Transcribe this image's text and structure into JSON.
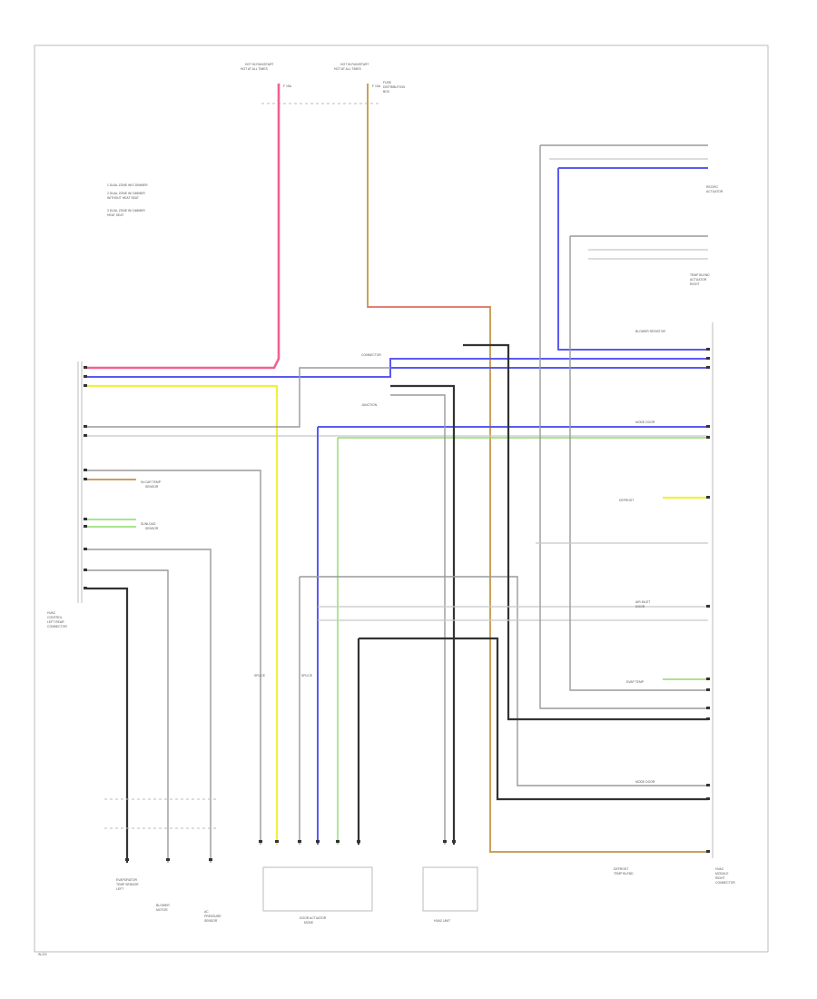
{
  "diagram": {
    "colors": {
      "pink": "#f06292",
      "blue": "#5a5af0",
      "yellow": "#f0f040",
      "green": "#8ddc6a",
      "tan": "#c9a25a",
      "dark": "#333333",
      "gray": "#9a9a9a"
    },
    "labels": {
      "top_fuse_1": "HOT IN RUN/START",
      "top_fuse_1b": "HOT AT ALL TIMES",
      "top_fuse_2": "HOT IN RUN/START",
      "top_fuse_2b": "HOT AT ALL TIMES",
      "fuse_1": "F 15A",
      "fuse_2": "F 10A",
      "fuse_box_1": "FUSE",
      "fuse_box_2": "DISTRIBUTION",
      "fuse_box_3": "BOX",
      "note_1": "1  DUAL ZONE W/O DIMMER",
      "note_2": "2  DUAL ZONE W/ DIMMER",
      "note_2b": "   WITHOUT HEAT SEAT",
      "note_3": "3  DUAL ZONE W/ DIMMER",
      "note_3b": "   HEAT SEAT",
      "left_module_1": "HVAC",
      "left_module_2": "CONTROL",
      "left_module_3": "LEFT REAR",
      "left_module_4": "CONNECTOR",
      "sensor_1": "IN-CAR TEMP",
      "sensor_1b": "SENSOR",
      "sensor_2": "SUNLOAD",
      "sensor_2b": "SENSOR",
      "bottom_1": "EVAPORATOR",
      "bottom_1b": "TEMP SENSOR",
      "bottom_1c": "LEFT",
      "bottom_2": "BLOWER",
      "bottom_2b": "MOTOR",
      "bottom_3": "AC",
      "bottom_3b": "PRESSURE",
      "bottom_3c": "SENSOR",
      "bottom_4": "DOOR ACTUATOR",
      "bottom_4b": "MODE",
      "bottom_5": "HVAC UNIT",
      "right_1": "RECIRC",
      "right_1b": "ACTUATOR",
      "right_2": "TEMP BLEND",
      "right_2b": "ACTUATOR",
      "right_2c": "RIGHT",
      "right_3": "BLOWER RESISTOR",
      "right_4": "MODE DOOR",
      "right_5": "DEFROST",
      "right_6": "AIR INLET",
      "right_6b": "DOOR",
      "right_7": "EVAP TEMP",
      "right_8": "HVAC",
      "right_8b": "MODULE",
      "right_8c": "RIGHT",
      "right_8d": "CONNECTOR",
      "mid_1": "CONNECTOR",
      "mid_2": "JUNCTION",
      "mid_3": "SPLICE",
      "page_ref": "W-221"
    }
  }
}
